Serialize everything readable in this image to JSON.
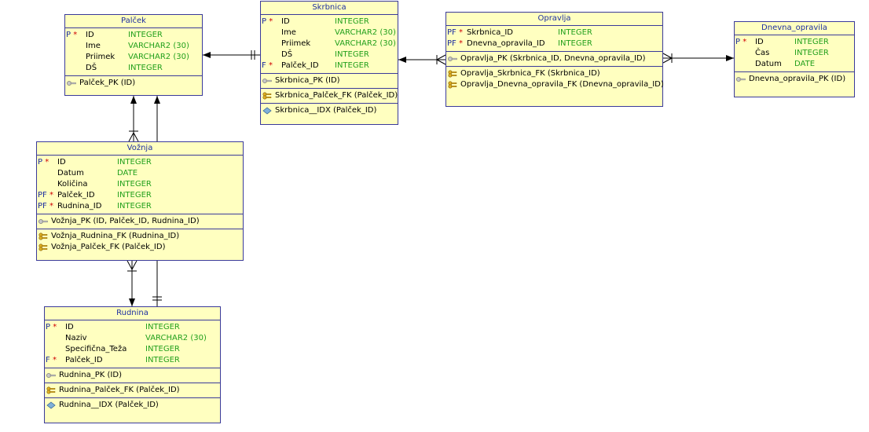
{
  "entities": {
    "palcek": {
      "title": "Palček",
      "columns": [
        {
          "flag": "P",
          "star": "*",
          "name": "ID",
          "type": "INTEGER"
        },
        {
          "flag": "",
          "star": "",
          "name": "Ime",
          "type": "VARCHAR2 (30)"
        },
        {
          "flag": "",
          "star": "",
          "name": "Priimek",
          "type": "VARCHAR2 (30)"
        },
        {
          "flag": "",
          "star": "",
          "name": "DŠ",
          "type": "INTEGER"
        }
      ],
      "pk": "Palček_PK (ID)"
    },
    "skrbnica": {
      "title": "Skrbnica",
      "columns": [
        {
          "flag": "P",
          "star": "*",
          "name": "ID",
          "type": "INTEGER"
        },
        {
          "flag": "",
          "star": "",
          "name": "Ime",
          "type": "VARCHAR2 (30)"
        },
        {
          "flag": "",
          "star": "",
          "name": "Priimek",
          "type": "VARCHAR2 (30)"
        },
        {
          "flag": "",
          "star": "",
          "name": "DŠ",
          "type": "INTEGER"
        },
        {
          "flag": "F",
          "star": "*",
          "name": "Palček_ID",
          "type": "INTEGER"
        }
      ],
      "pk": "Skrbnica_PK (ID)",
      "fks": [
        "Skrbnica_Palček_FK (Palček_ID)"
      ],
      "idx": "Skrbnica__IDX (Palček_ID)"
    },
    "opravlja": {
      "title": "Opravlja",
      "columns": [
        {
          "flag": "PF",
          "star": "*",
          "name": "Skrbnica_ID",
          "type": "INTEGER"
        },
        {
          "flag": "PF",
          "star": "*",
          "name": "Dnevna_opravila_ID",
          "type": "INTEGER"
        }
      ],
      "pk": "Opravlja_PK (Skrbnica_ID, Dnevna_opravila_ID)",
      "fks": [
        "Opravlja_Skrbnica_FK (Skrbnica_ID)",
        "Opravlja_Dnevna_opravila_FK (Dnevna_opravila_ID)"
      ]
    },
    "dnevna": {
      "title": "Dnevna_opravila",
      "columns": [
        {
          "flag": "P",
          "star": "*",
          "name": "ID",
          "type": "INTEGER"
        },
        {
          "flag": "",
          "star": "",
          "name": "Čas",
          "type": "INTEGER"
        },
        {
          "flag": "",
          "star": "",
          "name": "Datum",
          "type": "DATE"
        }
      ],
      "pk": "Dnevna_opravila_PK (ID)"
    },
    "voznja": {
      "title": "Vožnja",
      "columns": [
        {
          "flag": "P",
          "star": "*",
          "name": "ID",
          "type": "INTEGER"
        },
        {
          "flag": "",
          "star": "",
          "name": "Datum",
          "type": "DATE"
        },
        {
          "flag": "",
          "star": "",
          "name": "Količina",
          "type": "INTEGER"
        },
        {
          "flag": "PF",
          "star": "*",
          "name": "Palček_ID",
          "type": "INTEGER"
        },
        {
          "flag": "PF",
          "star": "*",
          "name": "Rudnina_ID",
          "type": "INTEGER"
        }
      ],
      "pk": "Vožnja_PK (ID, Palček_ID, Rudnina_ID)",
      "fks": [
        "Vožnja_Rudnina_FK (Rudnina_ID)",
        "Vožnja_Palček_FK (Palček_ID)"
      ]
    },
    "rudnina": {
      "title": "Rudnina",
      "columns": [
        {
          "flag": "P",
          "star": "*",
          "name": "ID",
          "type": "INTEGER"
        },
        {
          "flag": "",
          "star": "",
          "name": "Naziv",
          "type": "VARCHAR2 (30)"
        },
        {
          "flag": "",
          "star": "",
          "name": "Specifična_Teža",
          "type": "INTEGER"
        },
        {
          "flag": "F",
          "star": "*",
          "name": "Palček_ID",
          "type": "INTEGER"
        }
      ],
      "pk": "Rudnina_PK (ID)",
      "fks": [
        "Rudnina_Palček_FK (Palček_ID)"
      ],
      "idx": "Rudnina__IDX (Palček_ID)"
    }
  }
}
